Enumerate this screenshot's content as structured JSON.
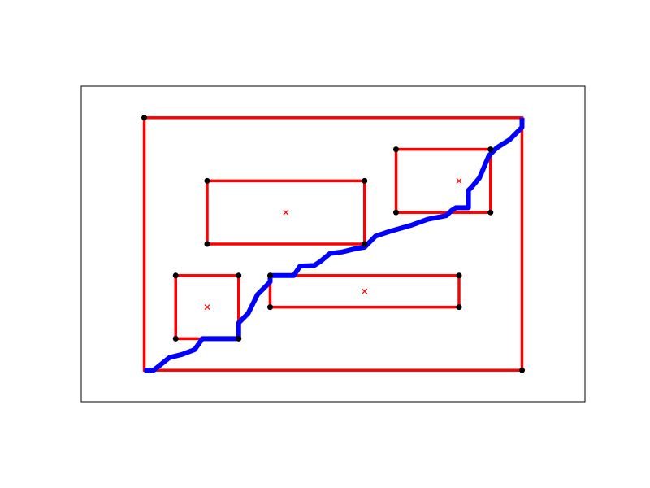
{
  "diagram": {
    "type": "path-planning",
    "xlim": [
      0,
      16
    ],
    "ylim": [
      0,
      10
    ],
    "colors": {
      "obstacle": "#ff0000",
      "path": "#0000ff",
      "vertex": "#000000",
      "frame": "#000000",
      "background": "#ffffff"
    },
    "boundary": {
      "x0": 2,
      "y0": 1,
      "x1": 14,
      "y1": 9
    },
    "obstacles": [
      {
        "x0": 4,
        "y0": 5,
        "x1": 9,
        "y1": 7,
        "center": [
          6.5,
          6
        ]
      },
      {
        "x0": 10,
        "y0": 6,
        "x1": 13,
        "y1": 8,
        "center": [
          12,
          7
        ]
      },
      {
        "x0": 3,
        "y0": 2,
        "x1": 5,
        "y1": 4,
        "center": [
          4,
          3
        ]
      },
      {
        "x0": 6,
        "y0": 3,
        "x1": 12,
        "y1": 4,
        "center": [
          9,
          3.5
        ]
      }
    ],
    "path": [
      [
        2,
        1
      ],
      [
        2.3,
        1
      ],
      [
        2.8,
        1.4
      ],
      [
        3.2,
        1.5
      ],
      [
        3.6,
        1.65
      ],
      [
        3.85,
        2
      ],
      [
        5,
        2
      ],
      [
        5,
        2.5
      ],
      [
        5.3,
        2.8
      ],
      [
        5.6,
        3.4
      ],
      [
        6,
        3.8
      ],
      [
        6,
        4
      ],
      [
        6.75,
        4
      ],
      [
        6.95,
        4.3
      ],
      [
        7.4,
        4.32
      ],
      [
        7.6,
        4.45
      ],
      [
        7.9,
        4.7
      ],
      [
        8.3,
        4.75
      ],
      [
        8.7,
        4.85
      ],
      [
        9,
        4.9
      ],
      [
        9.35,
        5.25
      ],
      [
        9.8,
        5.4
      ],
      [
        10.5,
        5.6
      ],
      [
        11,
        5.78
      ],
      [
        11.6,
        5.9
      ],
      [
        11.75,
        6.05
      ],
      [
        11.9,
        6.15
      ],
      [
        12.3,
        6.15
      ],
      [
        12.3,
        6.7
      ],
      [
        12.4,
        6.8
      ],
      [
        12.65,
        7.1
      ],
      [
        12.95,
        7.8
      ],
      [
        13.2,
        8.05
      ],
      [
        13.6,
        8.3
      ],
      [
        14,
        8.7
      ],
      [
        14,
        9
      ]
    ],
    "markers": {
      "vertex_shape": "dot",
      "center_shape": "cross"
    }
  }
}
